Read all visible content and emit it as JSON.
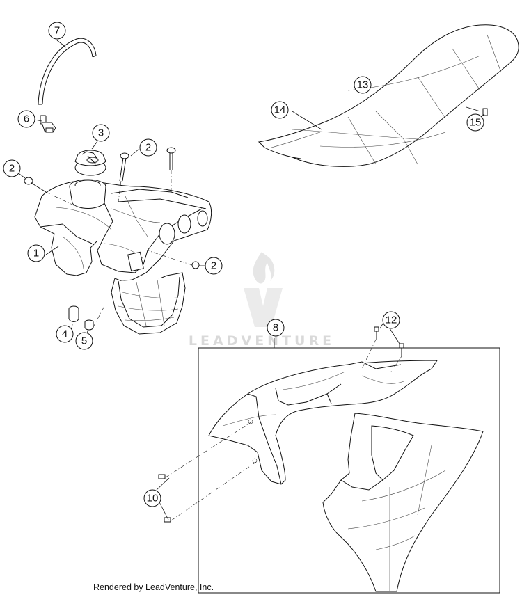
{
  "watermark": {
    "brand_text": "LEADVENTURE"
  },
  "credit": {
    "text": "Rendered by LeadVenture, Inc."
  },
  "callouts": {
    "c1": "1",
    "c2a": "2",
    "c2b": "2",
    "c2c": "2",
    "c3": "3",
    "c4": "4",
    "c5": "5",
    "c6": "6",
    "c7": "7",
    "c8": "8",
    "c10": "10",
    "c12": "12",
    "c13": "13",
    "c14": "14",
    "c15": "15"
  }
}
